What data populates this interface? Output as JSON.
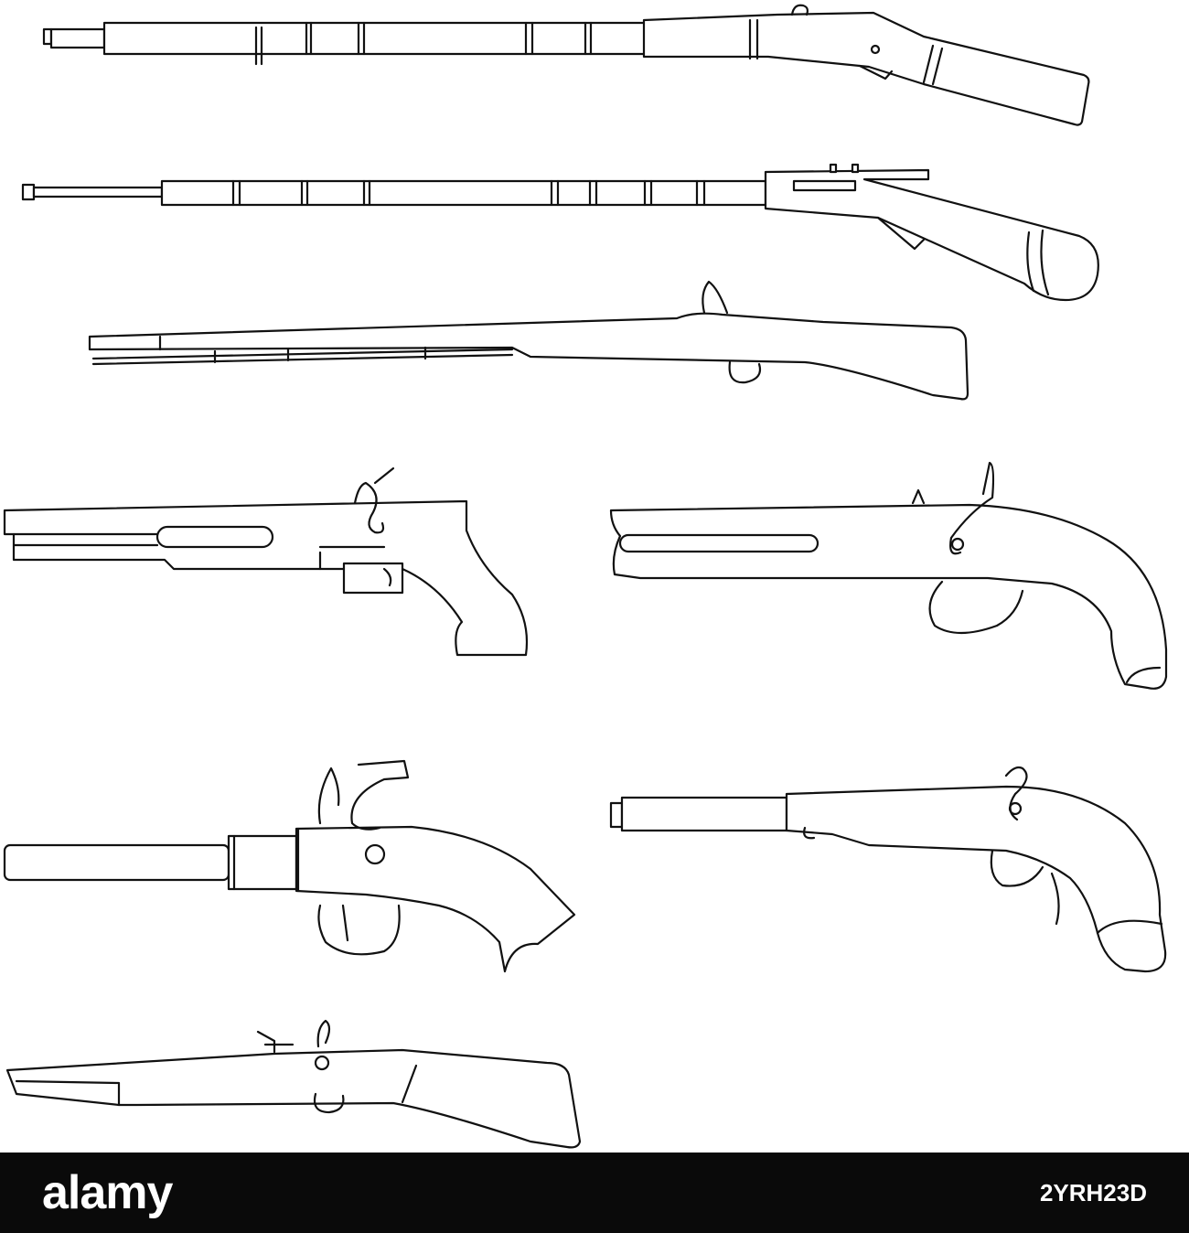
{
  "footer": {
    "brand": "alamy",
    "image_id": "2YRH23D"
  },
  "illustration": {
    "style": "black line-art on white",
    "items": [
      {
        "name": "long-musket-1-icon"
      },
      {
        "name": "long-musket-2-icon"
      },
      {
        "name": "long-musket-3-icon"
      },
      {
        "name": "flintlock-pistol-1-icon"
      },
      {
        "name": "flintlock-pistol-2-icon"
      },
      {
        "name": "flintlock-pistol-3-icon"
      },
      {
        "name": "flintlock-pistol-4-icon"
      },
      {
        "name": "blunderbuss-icon"
      }
    ]
  },
  "colors": {
    "background": "#ffffff",
    "line": "#111111",
    "footer_bg": "#0a0a0a",
    "footer_text": "#ffffff"
  }
}
